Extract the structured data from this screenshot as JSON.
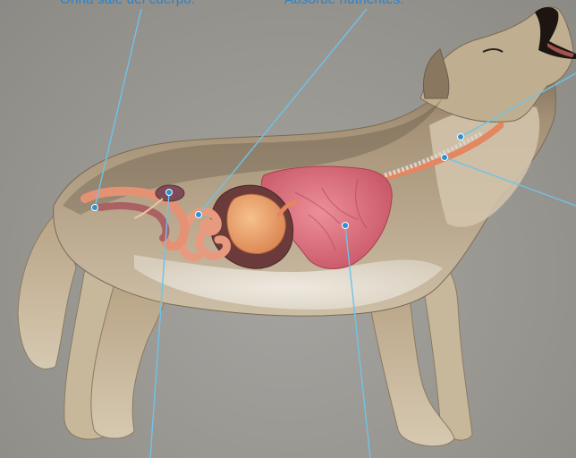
{
  "captions": {
    "left": "Orina sale del cuerpo.",
    "right": "Absorbe nutrientes."
  },
  "colors": {
    "leader_line": "#6ec3ea",
    "caption_text": "#2b82c9",
    "fur_light": "#e9e3d6",
    "fur_mid": "#bda98b",
    "fur_dark": "#6f6352",
    "lung": "#d9717f",
    "stomach": "#e9a56d",
    "liver": "#6b3a3a",
    "intestine": "#e89a7e",
    "kidney": "#7d4b55"
  },
  "icons": [
    "wolf-illustration",
    "lungs-icon",
    "stomach-icon",
    "liver-icon",
    "intestine-icon",
    "kidney-icon",
    "esophagus-icon",
    "trachea-icon"
  ]
}
